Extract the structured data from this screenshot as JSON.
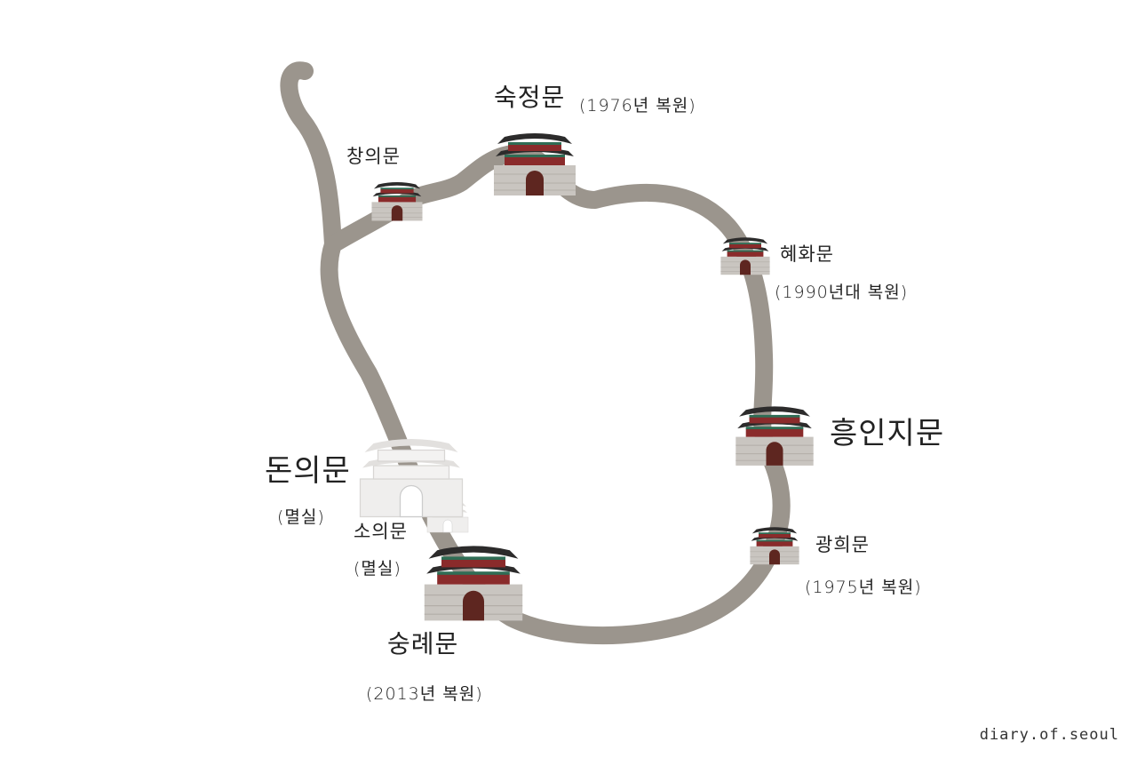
{
  "colors": {
    "wall": "#9b958d",
    "stone": "#c9c5c0",
    "roof": "#2c2b2b",
    "green": "#2f6d55",
    "red": "#8a2b2b",
    "door": "#5e2620",
    "ruined": "#ecebea"
  },
  "gates": [
    {
      "id": "sukjeongmun",
      "name": "숙정문",
      "note": "(1976년 복원)",
      "status": "restored"
    },
    {
      "id": "changuimun",
      "name": "창의문",
      "note": "",
      "status": "standing"
    },
    {
      "id": "hyehwamun",
      "name": "혜화문",
      "note": "(1990년대 복원)",
      "status": "restored"
    },
    {
      "id": "heunginjimun",
      "name": "흥인지문",
      "note": "",
      "status": "standing"
    },
    {
      "id": "gwanghuimun",
      "name": "광희문",
      "note": "(1975년 복원)",
      "status": "restored"
    },
    {
      "id": "sungnyemun",
      "name": "숭례문",
      "note": "(2013년 복원)",
      "status": "restored"
    },
    {
      "id": "souimun",
      "name": "소의문",
      "note": "(멸실)",
      "status": "lost"
    },
    {
      "id": "donuimun",
      "name": "돈의문",
      "note": "(멸실)",
      "status": "lost"
    }
  ],
  "watermark": "diary.of.seoul"
}
